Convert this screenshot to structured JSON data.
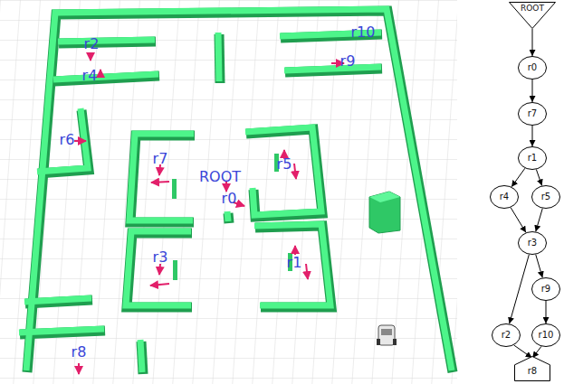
{
  "diagram": {
    "nodes": [
      {
        "text": [
          "ROOT"
        ]
      },
      {
        "text": [
          "r0"
        ]
      },
      {
        "text": [
          "r7"
        ]
      },
      {
        "text": [
          "r1"
        ]
      },
      {
        "text": [
          "r4"
        ]
      },
      {
        "text": [
          "r5"
        ]
      },
      {
        "text": [
          "r3"
        ]
      },
      {
        "text": [
          "r9"
        ]
      },
      {
        "text": [
          "r2"
        ]
      },
      {
        "text": [
          "r10"
        ]
      },
      {
        "text": [
          "r8"
        ]
      }
    ],
    "edges": [
      {
        "from": 0,
        "to": 1,
        "arrow": "to"
      },
      {
        "from": 1,
        "to": 2,
        "arrow": "to"
      },
      {
        "from": 2,
        "to": 3,
        "arrow": "to"
      },
      {
        "from": 3,
        "to": 4,
        "arrow": "to"
      },
      {
        "from": 3,
        "to": 5,
        "arrow": "to"
      },
      {
        "from": 4,
        "to": 6,
        "arrow": "to"
      },
      {
        "from": 5,
        "to": 6,
        "arrow": "to"
      },
      {
        "from": 6,
        "to": 8,
        "arrow": "to"
      },
      {
        "from": 6,
        "to": 7,
        "arrow": "to"
      },
      {
        "from": 7,
        "to": 9,
        "arrow": "to"
      },
      {
        "from": 8,
        "to": 10,
        "arrow": "to"
      },
      {
        "from": 9,
        "to": 10,
        "arrow": "to"
      }
    ],
    "labels": [
      "r2",
      "r10",
      "r9",
      "r4",
      "r6",
      "r7",
      "r5",
      "ROOT",
      "r0",
      "r3",
      "r1",
      "r8"
    ]
  }
}
